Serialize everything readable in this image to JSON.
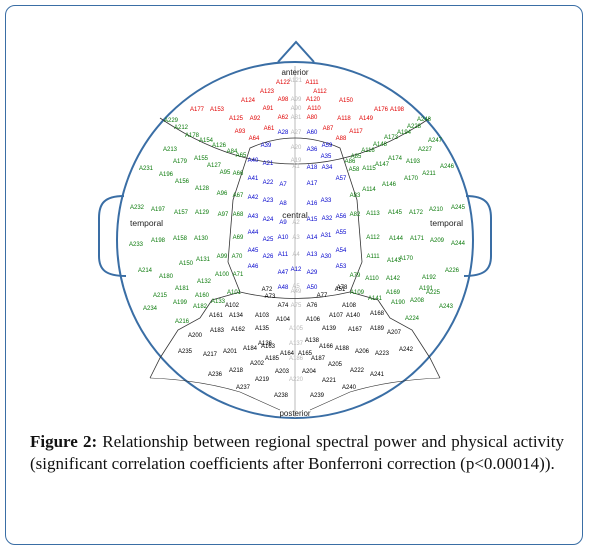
{
  "figure": {
    "head_labels": {
      "anterior": "anterior",
      "posterior": "posterior",
      "central": "central",
      "temporal_left": "temporal",
      "temporal_right": "temporal"
    },
    "caption": {
      "label": "Figure 2:",
      "text": "Relationship between regional spectral power and physical activity (significant correlation coefficients after Bonferroni correction (p<0.00014))."
    },
    "legend_colors": {
      "anterior": "#e00000",
      "central": "#0000cc",
      "lateral": "#0a7a0a",
      "posterior": "#000000",
      "nonsignificant": "#b8b8b8"
    },
    "electrodes": [
      {
        "id": "A121",
        "region": "nonsignificant"
      },
      {
        "id": "A122",
        "region": "anterior"
      },
      {
        "id": "A111",
        "region": "anterior"
      },
      {
        "id": "A123",
        "region": "anterior"
      },
      {
        "id": "A112",
        "region": "anterior"
      },
      {
        "id": "A124",
        "region": "anterior"
      },
      {
        "id": "A98",
        "region": "anterior"
      },
      {
        "id": "A99",
        "region": "nonsignificant"
      },
      {
        "id": "A120",
        "region": "anterior"
      },
      {
        "id": "A150",
        "region": "anterior"
      },
      {
        "id": "A177",
        "region": "anterior"
      },
      {
        "id": "A153",
        "region": "anterior"
      },
      {
        "id": "A91",
        "region": "anterior"
      },
      {
        "id": "A90",
        "region": "nonsignificant"
      },
      {
        "id": "A110",
        "region": "anterior"
      },
      {
        "id": "A176",
        "region": "anterior"
      },
      {
        "id": "A198",
        "region": "anterior"
      },
      {
        "id": "A125",
        "region": "anterior"
      },
      {
        "id": "A92",
        "region": "anterior"
      },
      {
        "id": "A62",
        "region": "anterior"
      },
      {
        "id": "A81",
        "region": "nonsignificant"
      },
      {
        "id": "A80",
        "region": "anterior"
      },
      {
        "id": "A118",
        "region": "anterior"
      },
      {
        "id": "A149",
        "region": "anterior"
      },
      {
        "id": "A93",
        "region": "anterior"
      },
      {
        "id": "A61",
        "region": "anterior"
      },
      {
        "id": "A87",
        "region": "anterior"
      },
      {
        "id": "A117",
        "region": "anterior"
      },
      {
        "id": "A64",
        "region": "anterior"
      },
      {
        "id": "A88",
        "region": "anterior"
      },
      {
        "id": "A229",
        "region": "lateral"
      },
      {
        "id": "A212",
        "region": "lateral"
      },
      {
        "id": "A178",
        "region": "lateral"
      },
      {
        "id": "A154",
        "region": "lateral"
      },
      {
        "id": "A126",
        "region": "lateral"
      },
      {
        "id": "A84",
        "region": "lateral"
      },
      {
        "id": "A85",
        "region": "lateral"
      },
      {
        "id": "A116",
        "region": "lateral"
      },
      {
        "id": "A148",
        "region": "lateral"
      },
      {
        "id": "A173",
        "region": "lateral"
      },
      {
        "id": "A194",
        "region": "lateral"
      },
      {
        "id": "A228",
        "region": "lateral"
      },
      {
        "id": "A248",
        "region": "lateral"
      },
      {
        "id": "A213",
        "region": "lateral"
      },
      {
        "id": "A179",
        "region": "lateral"
      },
      {
        "id": "A155",
        "region": "lateral"
      },
      {
        "id": "A127",
        "region": "lateral"
      },
      {
        "id": "A65",
        "region": "lateral"
      },
      {
        "id": "A86",
        "region": "lateral"
      },
      {
        "id": "A115",
        "region": "lateral"
      },
      {
        "id": "A147",
        "region": "lateral"
      },
      {
        "id": "A174",
        "region": "lateral"
      },
      {
        "id": "A193",
        "region": "lateral"
      },
      {
        "id": "A227",
        "region": "lateral"
      },
      {
        "id": "A247",
        "region": "lateral"
      },
      {
        "id": "A231",
        "region": "lateral"
      },
      {
        "id": "A196",
        "region": "lateral"
      },
      {
        "id": "A95",
        "region": "lateral"
      },
      {
        "id": "A66",
        "region": "lateral"
      },
      {
        "id": "A58",
        "region": "lateral"
      },
      {
        "id": "A114",
        "region": "lateral"
      },
      {
        "id": "A211",
        "region": "lateral"
      },
      {
        "id": "A246",
        "region": "lateral"
      },
      {
        "id": "A156",
        "region": "lateral"
      },
      {
        "id": "A128",
        "region": "lateral"
      },
      {
        "id": "A96",
        "region": "lateral"
      },
      {
        "id": "A67",
        "region": "lateral"
      },
      {
        "id": "A83",
        "region": "lateral"
      },
      {
        "id": "A146",
        "region": "lateral"
      },
      {
        "id": "A170",
        "region": "lateral"
      },
      {
        "id": "A232",
        "region": "lateral"
      },
      {
        "id": "A197",
        "region": "lateral"
      },
      {
        "id": "A157",
        "region": "lateral"
      },
      {
        "id": "A129",
        "region": "lateral"
      },
      {
        "id": "A97",
        "region": "lateral"
      },
      {
        "id": "A68",
        "region": "lateral"
      },
      {
        "id": "A82",
        "region": "lateral"
      },
      {
        "id": "A113",
        "region": "lateral"
      },
      {
        "id": "A145",
        "region": "lateral"
      },
      {
        "id": "A172",
        "region": "lateral"
      },
      {
        "id": "A210",
        "region": "lateral"
      },
      {
        "id": "A245",
        "region": "lateral"
      },
      {
        "id": "A233",
        "region": "lateral"
      },
      {
        "id": "A198b",
        "label": "A198",
        "region": "lateral"
      },
      {
        "id": "A158",
        "region": "lateral"
      },
      {
        "id": "A130",
        "region": "lateral"
      },
      {
        "id": "A69",
        "region": "lateral"
      },
      {
        "id": "A112b",
        "label": "A112",
        "region": "lateral"
      },
      {
        "id": "A144",
        "region": "lateral"
      },
      {
        "id": "A171",
        "region": "lateral"
      },
      {
        "id": "A209",
        "region": "lateral"
      },
      {
        "id": "A244",
        "region": "lateral"
      },
      {
        "id": "A150b",
        "label": "A150",
        "region": "lateral"
      },
      {
        "id": "A131",
        "region": "lateral"
      },
      {
        "id": "A99b",
        "label": "A99",
        "region": "lateral"
      },
      {
        "id": "A70",
        "region": "lateral"
      },
      {
        "id": "A111b",
        "label": "A111",
        "region": "lateral"
      },
      {
        "id": "A143",
        "region": "lateral"
      },
      {
        "id": "A170b",
        "label": "A170",
        "region": "lateral"
      },
      {
        "id": "A214",
        "region": "lateral"
      },
      {
        "id": "A180",
        "region": "lateral"
      },
      {
        "id": "A132",
        "region": "lateral"
      },
      {
        "id": "A100",
        "region": "lateral"
      },
      {
        "id": "A71",
        "region": "lateral"
      },
      {
        "id": "A79",
        "region": "lateral"
      },
      {
        "id": "A110b",
        "label": "A110",
        "region": "lateral"
      },
      {
        "id": "A142",
        "region": "lateral"
      },
      {
        "id": "A192",
        "region": "lateral"
      },
      {
        "id": "A226",
        "region": "lateral"
      },
      {
        "id": "A215",
        "region": "lateral"
      },
      {
        "id": "A181",
        "region": "lateral"
      },
      {
        "id": "A160",
        "region": "lateral"
      },
      {
        "id": "A101",
        "region": "lateral"
      },
      {
        "id": "A109",
        "region": "lateral"
      },
      {
        "id": "A169",
        "region": "lateral"
      },
      {
        "id": "A191",
        "region": "lateral"
      },
      {
        "id": "A225",
        "region": "lateral"
      },
      {
        "id": "A234",
        "region": "lateral"
      },
      {
        "id": "A199",
        "region": "lateral"
      },
      {
        "id": "A182",
        "region": "lateral"
      },
      {
        "id": "A133",
        "region": "lateral"
      },
      {
        "id": "A141",
        "region": "lateral"
      },
      {
        "id": "A190",
        "region": "lateral"
      },
      {
        "id": "A208",
        "region": "lateral"
      },
      {
        "id": "A243",
        "region": "lateral"
      },
      {
        "id": "A216",
        "region": "lateral"
      },
      {
        "id": "A224",
        "region": "lateral"
      },
      {
        "id": "A28",
        "region": "central"
      },
      {
        "id": "A27",
        "region": "nonsignificant"
      },
      {
        "id": "A60",
        "region": "central"
      },
      {
        "id": "A39",
        "region": "central"
      },
      {
        "id": "A20",
        "region": "nonsignificant"
      },
      {
        "id": "A59",
        "region": "central"
      },
      {
        "id": "A40",
        "region": "central"
      },
      {
        "id": "A21",
        "region": "central"
      },
      {
        "id": "A19",
        "region": "nonsignificant"
      },
      {
        "id": "A36",
        "region": "central"
      },
      {
        "id": "A35",
        "region": "central"
      },
      {
        "id": "A22",
        "region": "central"
      },
      {
        "id": "A1",
        "region": "nonsignificant"
      },
      {
        "id": "A18",
        "region": "central"
      },
      {
        "id": "A34",
        "region": "central"
      },
      {
        "id": "A41",
        "region": "central"
      },
      {
        "id": "A7",
        "region": "central"
      },
      {
        "id": "A17",
        "region": "central"
      },
      {
        "id": "A57",
        "region": "central"
      },
      {
        "id": "A42",
        "region": "central"
      },
      {
        "id": "A23",
        "region": "central"
      },
      {
        "id": "A8",
        "region": "central"
      },
      {
        "id": "A16",
        "region": "central"
      },
      {
        "id": "A33",
        "region": "central"
      },
      {
        "id": "A43",
        "region": "central"
      },
      {
        "id": "A24",
        "region": "central"
      },
      {
        "id": "A9",
        "region": "central"
      },
      {
        "id": "A2",
        "region": "nonsignificant"
      },
      {
        "id": "A15",
        "region": "central"
      },
      {
        "id": "A32",
        "region": "central"
      },
      {
        "id": "A56",
        "region": "central"
      },
      {
        "id": "A44",
        "region": "central"
      },
      {
        "id": "A10",
        "region": "central"
      },
      {
        "id": "A3",
        "region": "nonsignificant"
      },
      {
        "id": "A14",
        "region": "central"
      },
      {
        "id": "A31",
        "region": "central"
      },
      {
        "id": "A55",
        "region": "central"
      },
      {
        "id": "A25",
        "region": "central"
      },
      {
        "id": "A11",
        "region": "central"
      },
      {
        "id": "A4",
        "region": "nonsignificant"
      },
      {
        "id": "A13",
        "region": "central"
      },
      {
        "id": "A45",
        "region": "central"
      },
      {
        "id": "A26",
        "region": "central"
      },
      {
        "id": "A12",
        "region": "central"
      },
      {
        "id": "A30",
        "region": "central"
      },
      {
        "id": "A54",
        "region": "central"
      },
      {
        "id": "A46",
        "region": "central"
      },
      {
        "id": "A47",
        "region": "central"
      },
      {
        "id": "A5",
        "region": "nonsignificant"
      },
      {
        "id": "A29",
        "region": "central"
      },
      {
        "id": "A53",
        "region": "central"
      },
      {
        "id": "A48",
        "region": "central"
      },
      {
        "id": "A49",
        "region": "nonsignificant"
      },
      {
        "id": "A50",
        "region": "central"
      },
      {
        "id": "A6",
        "region": "nonsignificant"
      },
      {
        "id": "A72",
        "region": "posterior"
      },
      {
        "id": "A73",
        "region": "posterior"
      },
      {
        "id": "A51",
        "region": "posterior"
      },
      {
        "id": "A78",
        "region": "posterior"
      },
      {
        "id": "A102",
        "region": "posterior"
      },
      {
        "id": "A74",
        "region": "posterior"
      },
      {
        "id": "A75",
        "region": "nonsignificant"
      },
      {
        "id": "A76",
        "region": "posterior"
      },
      {
        "id": "A108",
        "region": "posterior"
      },
      {
        "id": "A161",
        "region": "posterior"
      },
      {
        "id": "A134",
        "region": "posterior"
      },
      {
        "id": "A103",
        "region": "posterior"
      },
      {
        "id": "A104",
        "region": "posterior"
      },
      {
        "id": "A77",
        "region": "posterior"
      },
      {
        "id": "A106",
        "region": "posterior"
      },
      {
        "id": "A107",
        "region": "posterior"
      },
      {
        "id": "A140",
        "region": "posterior"
      },
      {
        "id": "A168",
        "region": "posterior"
      },
      {
        "id": "A200",
        "region": "posterior"
      },
      {
        "id": "A183",
        "region": "posterior"
      },
      {
        "id": "A162",
        "region": "posterior"
      },
      {
        "id": "A135",
        "region": "posterior"
      },
      {
        "id": "A105",
        "region": "nonsignificant"
      },
      {
        "id": "A139",
        "region": "posterior"
      },
      {
        "id": "A167",
        "region": "posterior"
      },
      {
        "id": "A189",
        "region": "posterior"
      },
      {
        "id": "A207",
        "region": "posterior"
      },
      {
        "id": "A136",
        "region": "posterior"
      },
      {
        "id": "A137",
        "region": "nonsignificant"
      },
      {
        "id": "A138",
        "region": "posterior"
      },
      {
        "id": "A235",
        "region": "posterior"
      },
      {
        "id": "A217",
        "region": "posterior"
      },
      {
        "id": "A201",
        "region": "posterior"
      },
      {
        "id": "A184",
        "region": "posterior"
      },
      {
        "id": "A163",
        "region": "posterior"
      },
      {
        "id": "A164",
        "region": "posterior"
      },
      {
        "id": "A165",
        "region": "posterior"
      },
      {
        "id": "A166",
        "region": "posterior"
      },
      {
        "id": "A188",
        "region": "posterior"
      },
      {
        "id": "A206",
        "region": "posterior"
      },
      {
        "id": "A223",
        "region": "posterior"
      },
      {
        "id": "A242",
        "region": "posterior"
      },
      {
        "id": "A185",
        "region": "posterior"
      },
      {
        "id": "A186",
        "region": "nonsignificant"
      },
      {
        "id": "A187",
        "region": "posterior"
      },
      {
        "id": "A202",
        "region": "posterior"
      },
      {
        "id": "A205",
        "region": "posterior"
      },
      {
        "id": "A218",
        "region": "posterior"
      },
      {
        "id": "A203",
        "region": "posterior"
      },
      {
        "id": "A204",
        "region": "posterior"
      },
      {
        "id": "A222",
        "region": "posterior"
      },
      {
        "id": "A236",
        "region": "posterior"
      },
      {
        "id": "A219",
        "region": "posterior"
      },
      {
        "id": "A220",
        "region": "nonsignificant"
      },
      {
        "id": "A221",
        "region": "posterior"
      },
      {
        "id": "A241",
        "region": "posterior"
      },
      {
        "id": "A237",
        "region": "posterior"
      },
      {
        "id": "A240",
        "region": "posterior"
      },
      {
        "id": "A238",
        "region": "posterior"
      },
      {
        "id": "A239",
        "region": "posterior"
      }
    ]
  }
}
